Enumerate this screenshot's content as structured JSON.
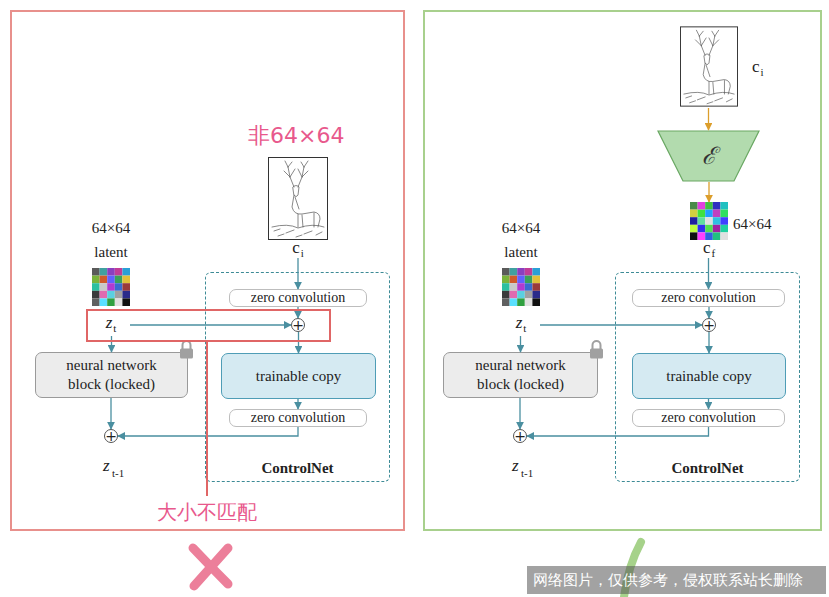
{
  "diagram": {
    "nodes": [
      {
        "text": [
          "c",
          "i"
        ]
      },
      {
        "text": [
          "64×64 latent",
          "z",
          "t"
        ]
      },
      {
        "text": [
          "ControlNet"
        ]
      },
      {
        "text": [
          "zero convolution"
        ],
        "in": 2
      },
      {
        "text": [
          "+"
        ],
        "in": 2
      },
      {
        "text": [
          "trainable copy"
        ],
        "in": 2
      },
      {
        "text": [
          "zero convolution"
        ],
        "in": 2
      },
      {
        "text": [
          "neural network block (locked)"
        ]
      },
      {
        "text": [
          "+"
        ]
      },
      {
        "text": [
          "c",
          "i"
        ]
      },
      {
        "text": [
          "ℰ"
        ]
      },
      {
        "text": [
          "64×64",
          "c",
          "f"
        ]
      },
      {
        "text": [
          "64×64 latent",
          "z",
          "t"
        ]
      },
      {
        "text": [
          "ControlNet"
        ]
      },
      {
        "text": [
          "zero convolution"
        ],
        "in": 13
      },
      {
        "text": [
          "+"
        ],
        "in": 13
      },
      {
        "text": [
          "trainable copy"
        ],
        "in": 13
      },
      {
        "text": [
          "zero convolution"
        ],
        "in": 13
      },
      {
        "text": [
          "neural network block (locked)"
        ]
      },
      {
        "text": [
          "+"
        ]
      }
    ],
    "edges": [
      {
        "from": 0,
        "to": 3,
        "arrow": "to"
      },
      {
        "from": 3,
        "to": 4,
        "arrow": "to"
      },
      {
        "from": 1,
        "to": 4,
        "arrow": "to"
      },
      {
        "from": 4,
        "to": 5,
        "arrow": "to"
      },
      {
        "from": 5,
        "to": 6,
        "arrow": "to"
      },
      {
        "from": 6,
        "to": 8,
        "arrow": "to"
      },
      {
        "from": 1,
        "to": 7,
        "arrow": "to"
      },
      {
        "from": 7,
        "to": 8,
        "arrow": "to"
      },
      {
        "from": 9,
        "to": 10,
        "arrow": "to"
      },
      {
        "from": 10,
        "to": 11,
        "arrow": "to"
      },
      {
        "from": 11,
        "to": 14,
        "arrow": "to"
      },
      {
        "from": 12,
        "to": 15,
        "arrow": "to"
      },
      {
        "from": 14,
        "to": 15,
        "arrow": "to"
      },
      {
        "from": 15,
        "to": 16,
        "arrow": "to"
      },
      {
        "from": 16,
        "to": 17,
        "arrow": "to"
      },
      {
        "from": 17,
        "to": 19,
        "arrow": "to"
      },
      {
        "from": 12,
        "to": 18,
        "arrow": "to"
      },
      {
        "from": 18,
        "to": 19,
        "arrow": "to"
      }
    ],
    "labels": [
      "非64×64",
      "大小不匹配",
      "z",
      "t-1",
      "z",
      "t-1",
      "网络图片，仅供参考，侵权联系站长删除"
    ]
  }
}
